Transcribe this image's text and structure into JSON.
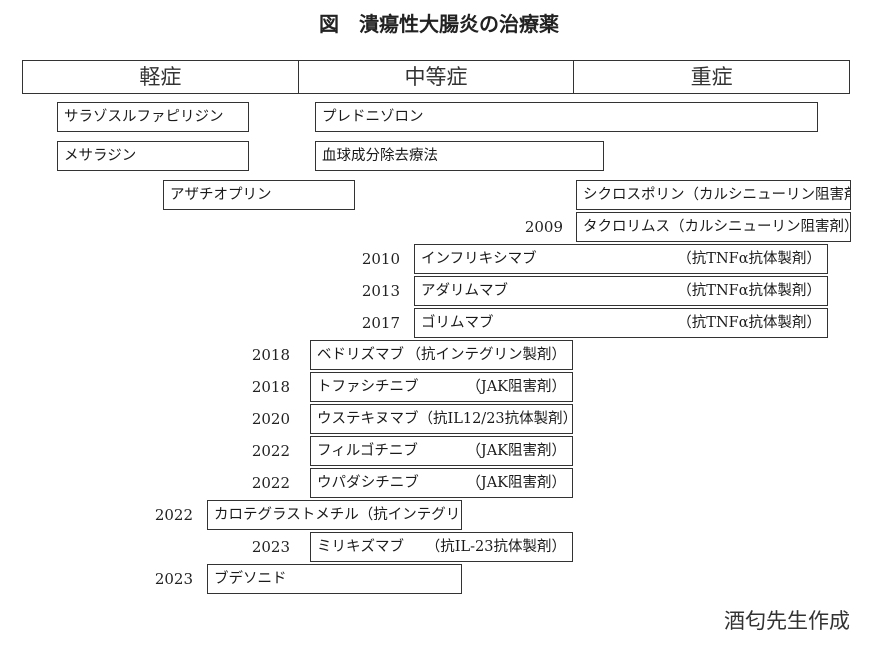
{
  "title": "図　潰瘍性大腸炎の治療薬",
  "severity": {
    "mild": "軽症",
    "moderate": "中等症",
    "severe": "重症"
  },
  "drugs": [
    {
      "name": "サラゾスルファピリジン",
      "year": "",
      "mechanism": ""
    },
    {
      "name": "プレドニゾロン",
      "year": "",
      "mechanism": ""
    },
    {
      "name": "メサラジン",
      "year": "",
      "mechanism": ""
    },
    {
      "name": "血球成分除去療法",
      "year": "",
      "mechanism": ""
    },
    {
      "name": "アザチオプリン",
      "year": "",
      "mechanism": ""
    },
    {
      "name": "シクロスポリン（カルシニューリン阻害剤）",
      "year": "",
      "mechanism": ""
    },
    {
      "name": "タクロリムス（カルシニューリン阻害剤）",
      "year": "2009",
      "mechanism": ""
    },
    {
      "name": "インフリキシマブ",
      "year": "2010",
      "mechanism": "（抗TNFα抗体製剤）"
    },
    {
      "name": "アダリムマブ",
      "year": "2013",
      "mechanism": "（抗TNFα抗体製剤）"
    },
    {
      "name": "ゴリムマブ",
      "year": "2017",
      "mechanism": "（抗TNFα抗体製剤）"
    },
    {
      "name": "ベドリズマブ",
      "year": "2018",
      "mechanism": "（抗インテグリン製剤）"
    },
    {
      "name": "トファシチニブ",
      "year": "2018",
      "mechanism": "（JAK阻害剤）"
    },
    {
      "name": "ウステキヌマブ（抗IL12/23抗体製剤）",
      "year": "2020",
      "mechanism": ""
    },
    {
      "name": "フィルゴチニブ",
      "year": "2022",
      "mechanism": "（JAK阻害剤）"
    },
    {
      "name": "ウパダシチニブ",
      "year": "2022",
      "mechanism": "（JAK阻害剤）"
    },
    {
      "name": "カロテグラストメチル（抗インテグリン製剤）",
      "year": "2022",
      "mechanism": ""
    },
    {
      "name": "ミリキズマブ",
      "year": "2023",
      "mechanism": "（抗IL-23抗体製剤）"
    },
    {
      "name": "ブデソニド",
      "year": "2023",
      "mechanism": ""
    }
  ],
  "credit": "酒匂先生作成"
}
